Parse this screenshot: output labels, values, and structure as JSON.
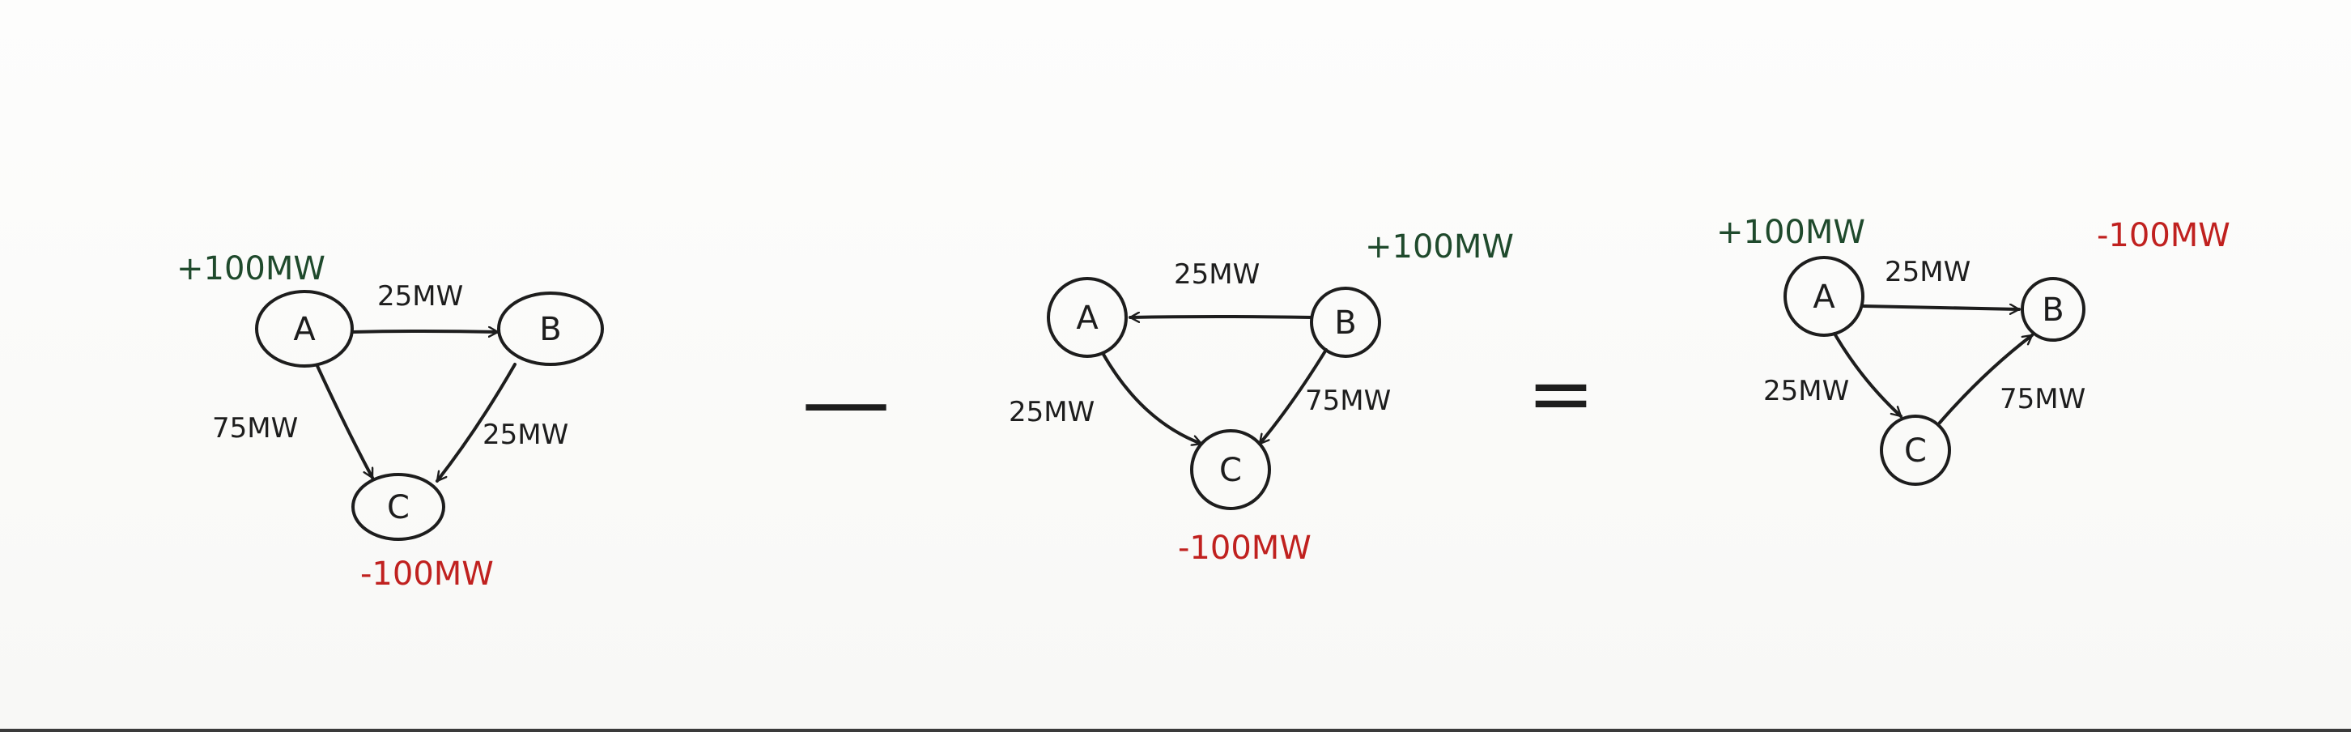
{
  "colors": {
    "ink": "#1d1d1d",
    "positive_injection": "#1f4a2c",
    "negative_injection": "#c0211f"
  },
  "operators": {
    "minus": "—",
    "equals": "="
  },
  "diagrams": [
    {
      "nodes": {
        "A": "A",
        "B": "B",
        "C": "C"
      },
      "injections": {
        "positive": "+100MW",
        "negative": "-100MW"
      },
      "edges": [
        {
          "from": "A",
          "to": "B",
          "label": "25MW"
        },
        {
          "from": "A",
          "to": "C",
          "label": "75MW"
        },
        {
          "from": "B",
          "to": "C",
          "label": "25MW"
        }
      ]
    },
    {
      "nodes": {
        "A": "A",
        "B": "B",
        "C": "C"
      },
      "injections": {
        "positive": "+100MW",
        "negative": "-100MW"
      },
      "edges": [
        {
          "from": "B",
          "to": "A",
          "label": "25MW"
        },
        {
          "from": "A",
          "to": "C",
          "label": "25MW"
        },
        {
          "from": "B",
          "to": "C",
          "label": "75MW"
        }
      ]
    },
    {
      "nodes": {
        "A": "A",
        "B": "B",
        "C": "C"
      },
      "injections": {
        "positive": "+100MW",
        "negative": "-100MW"
      },
      "edges": [
        {
          "from": "A",
          "to": "B",
          "label": "25MW"
        },
        {
          "from": "A",
          "to": "C",
          "label": "25MW"
        },
        {
          "from": "C",
          "to": "B",
          "label": "75MW"
        }
      ]
    }
  ]
}
